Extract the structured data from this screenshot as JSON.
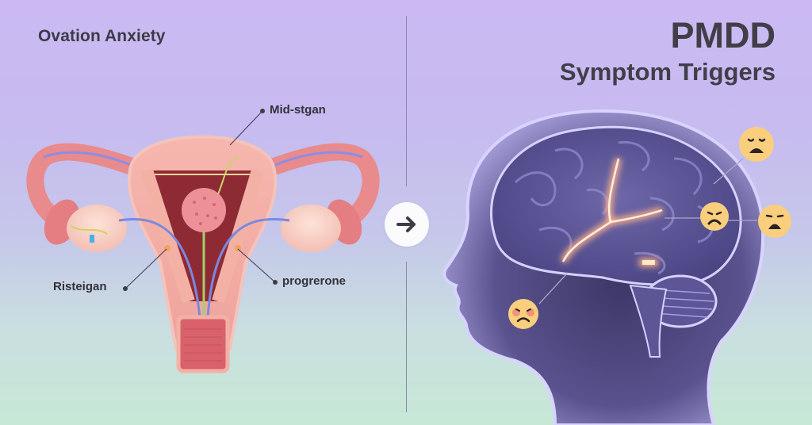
{
  "left_panel": {
    "title": "Ovation Anxiety",
    "labels": {
      "top": "Mid-stgan",
      "left": "Risteigan",
      "right": "progrerone"
    },
    "illustration": "uterus-anatomy-illustration"
  },
  "right_panel": {
    "title_line1": "PMDD",
    "title_line2": "Symptom Triggers",
    "illustration": "head-brain-profile-illustration",
    "emoji_markers": [
      {
        "name": "weary-face",
        "position": "top-right"
      },
      {
        "name": "frowning-face",
        "position": "mid-right-inner"
      },
      {
        "name": "anguished-face",
        "position": "mid-right-outer"
      },
      {
        "name": "flushed-sad-face",
        "position": "lower-left"
      }
    ]
  },
  "center": {
    "arrow_icon": "arrow-right-icon"
  },
  "colors": {
    "bg_top": "#cbb9f3",
    "bg_bottom": "#c7e8d6",
    "text": "#3d3b46",
    "uterus": "#f0a2a2",
    "brain": "#5d568f",
    "emoji": "#f9cf7e",
    "glow": "#ffd6a8"
  }
}
